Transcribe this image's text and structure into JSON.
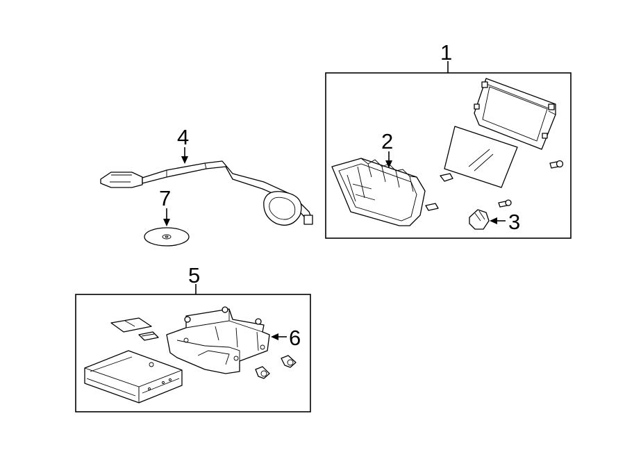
{
  "callouts": {
    "c1": "1",
    "c2": "2",
    "c3": "3",
    "c4": "4",
    "c5": "5",
    "c6": "6",
    "c7": "7"
  },
  "line_color": "#000000",
  "background": "#ffffff"
}
